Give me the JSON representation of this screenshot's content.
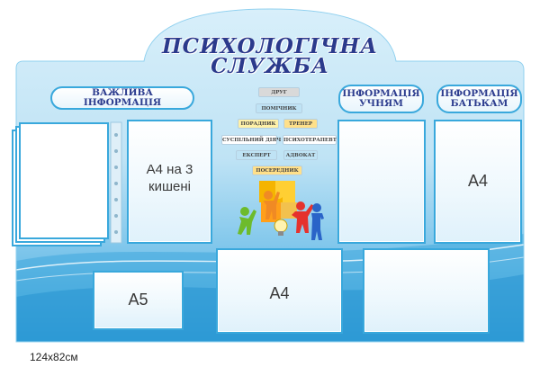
{
  "title": {
    "line1": "ПСИХОЛОГІЧНА",
    "line2": "СЛУЖБА"
  },
  "headers": {
    "important": "ВАЖЛИВА ІНФОРМАЦІЯ",
    "students": "ІНФОРМАЦІЯ УЧНЯМ",
    "parents": "ІНФОРМАЦІЯ БАТЬКАМ"
  },
  "pockets": {
    "a4_three": "A4 на 3 кишені",
    "a4_parents": "A4",
    "a5": "A5",
    "a4_bottom": "A4"
  },
  "tags": [
    {
      "text": "ДРУГ",
      "color": "#d9d9d9"
    },
    {
      "text": "ПОМІЧНИК",
      "color": "#bfe3f5"
    },
    {
      "text": "ПОРАДНИК",
      "color": "#fff1a8"
    },
    {
      "text": "ТРЕНЕР",
      "color": "#ffe08a"
    },
    {
      "text": "СУСПІЛЬНИЙ ДІЯЧ",
      "color": "#ffffff"
    },
    {
      "text": "ПСИХОТЕРАПЕВТ",
      "color": "#ffffff"
    },
    {
      "text": "ЕКСПЕРТ",
      "color": "#bfe3f5"
    },
    {
      "text": "АДВОКАТ",
      "color": "#bfe3f5"
    },
    {
      "text": "ПОСЕРЕДНИК",
      "color": "#ffe08a"
    }
  ],
  "size_note": "124x82см",
  "colors": {
    "frame": "#39a8dc",
    "title": "#2b3a8c",
    "background_top": "#cde9f7",
    "background_bottom": "#2f9fd8"
  },
  "icons": [
    "puzzle-people-icon",
    "lightbulb-icon"
  ]
}
